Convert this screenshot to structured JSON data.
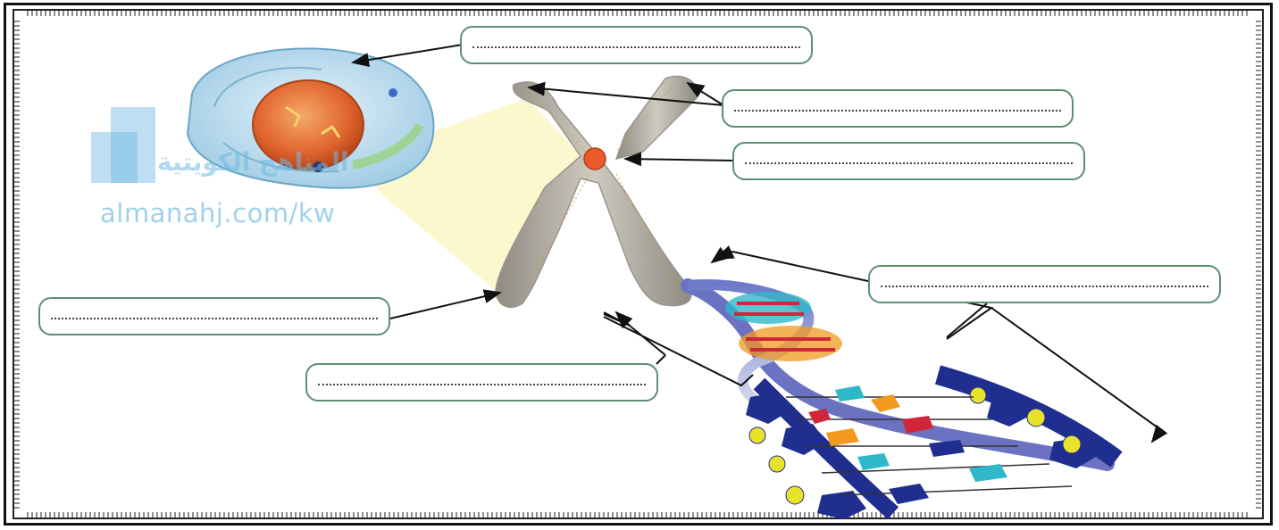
{
  "labels": {
    "blank_line": "………………………………………………………………",
    "cell": "……………………………………………………………",
    "chromosome_arm": "……………………………………………………………",
    "centromere": "……………………………………………………………",
    "chromatid": "……………………………………………………………",
    "dna": "……………………………………………………………",
    "nucleotide": "……………………………………………………………"
  },
  "watermark": {
    "arabic": "المناهج الكويتية",
    "url": "almanahj.com/kw",
    "color": "#6fb9e1"
  },
  "colors": {
    "box_border": "#5d8f73",
    "cell_body": "#c9e3f2",
    "nucleus": "#e0642d",
    "chromosome": "#b9b4aa",
    "highlight_cone": "#fbf7c8",
    "dna_blue": "#1f2e8f",
    "dna_yellow": "#e8e22b",
    "dna_red": "#d0263a",
    "dna_orange": "#f29a1f",
    "dna_cyan": "#2fb8c9"
  },
  "icons": [
    "cell-illustration",
    "chromosome-illustration",
    "dna-helix-illustration",
    "watermark-logo"
  ]
}
